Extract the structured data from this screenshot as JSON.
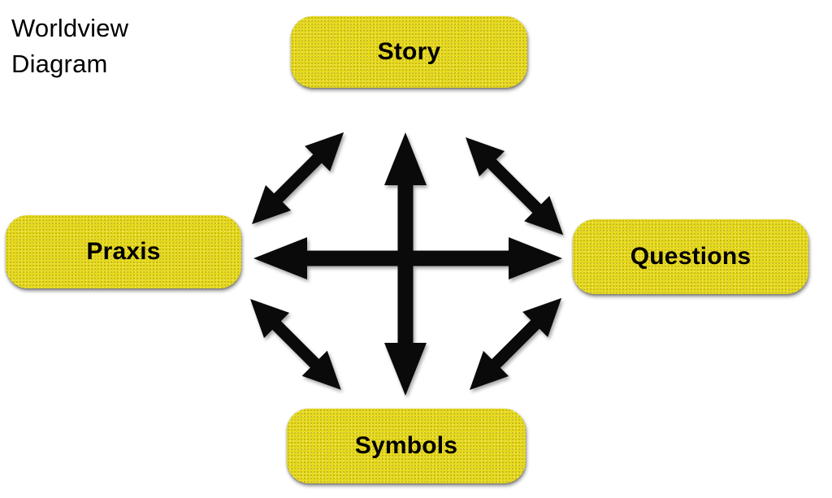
{
  "title": {
    "text": "Worldview\nDiagram"
  },
  "diagram": {
    "nodes": [
      {
        "id": "story",
        "label": "Story",
        "position": "top"
      },
      {
        "id": "praxis",
        "label": "Praxis",
        "position": "left"
      },
      {
        "id": "questions",
        "label": "Questions",
        "position": "right"
      },
      {
        "id": "symbols",
        "label": "Symbols",
        "position": "bottom"
      }
    ],
    "connections": [
      {
        "from": "story",
        "to": "symbols",
        "type": "double-headed-arrow",
        "orientation": "vertical"
      },
      {
        "from": "praxis",
        "to": "questions",
        "type": "double-headed-arrow",
        "orientation": "horizontal"
      },
      {
        "from": "praxis",
        "to": "story",
        "type": "double-headed-arrow",
        "orientation": "diagonal"
      },
      {
        "from": "story",
        "to": "questions",
        "type": "double-headed-arrow",
        "orientation": "diagonal"
      },
      {
        "from": "praxis",
        "to": "symbols",
        "type": "double-headed-arrow",
        "orientation": "diagonal"
      },
      {
        "from": "symbols",
        "to": "questions",
        "type": "double-headed-arrow",
        "orientation": "diagonal"
      }
    ],
    "colors": {
      "node_fill": "#e6d91d",
      "node_text": "#000000",
      "arrow": "#0a0a0a",
      "background": "#ffffff",
      "title_text": "#000000"
    }
  }
}
